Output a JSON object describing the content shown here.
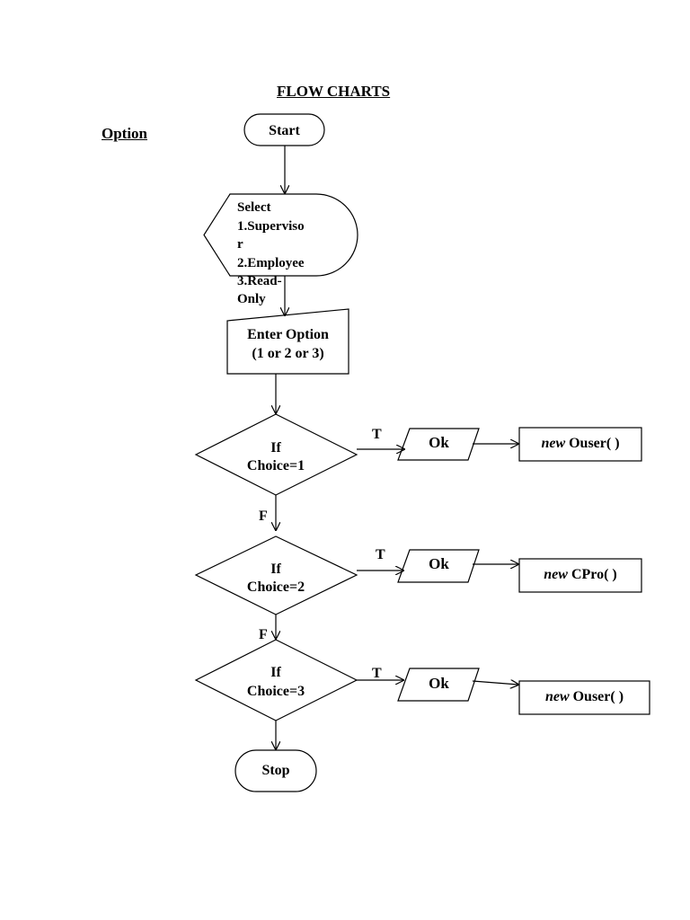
{
  "title": "FLOW CHARTS",
  "side_label": "Option",
  "start_label": "Start",
  "display_lines": [
    "Select",
    "1.Superviso",
    "r",
    "2.Employee",
    "3.Read-",
    "Only"
  ],
  "input_lines": [
    "Enter Option",
    "(1 or 2 or 3)"
  ],
  "decisions": [
    {
      "if_word": "If",
      "condition": "Choice=1",
      "true_label": "T",
      "false_label": "F",
      "output": "Ok",
      "keyword": "new",
      "call": "Ouser( )"
    },
    {
      "if_word": "If",
      "condition": "Choice=2",
      "true_label": "T",
      "false_label": "F",
      "output": "Ok",
      "keyword": "new",
      "call": "CPro( )"
    },
    {
      "if_word": "If",
      "condition": "Choice=3",
      "true_label": "T",
      "output": "Ok",
      "keyword": "new",
      "call": "Ouser( )"
    }
  ],
  "stop_label": "Stop"
}
